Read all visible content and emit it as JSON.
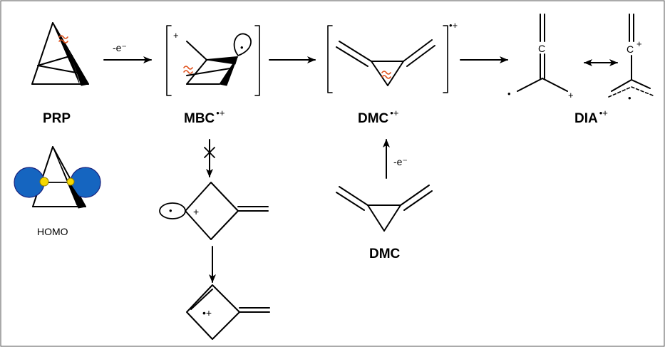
{
  "labels": {
    "prp": "PRP",
    "mbc": "MBC",
    "mbc_sup": "•+",
    "dmc_cation": "DMC",
    "dmc_cation_sup": "•+",
    "dia": "DIA",
    "dia_sup": "•+",
    "dmc": "DMC",
    "homo": "HOMO"
  },
  "arrow_labels": {
    "oxidation_top": "-e⁻",
    "oxidation_dmc": "-e⁻"
  },
  "bracket_charge": "•+",
  "atoms": {
    "carbon": "C",
    "carbon_cation": "C",
    "plus": "+",
    "radical_dot": "•",
    "radical_cation": "•+"
  },
  "colors": {
    "bond": "#000000",
    "cleavage_mark": "#e0501a",
    "orbital_lobe": "#1565c0",
    "orbital_center": "#f5d800",
    "frame": "#555555"
  },
  "icons": {
    "cleavage": "wavy-cut-icon",
    "blocked": "cross-icon",
    "orbital": "p-orbital-lobe-icon"
  }
}
